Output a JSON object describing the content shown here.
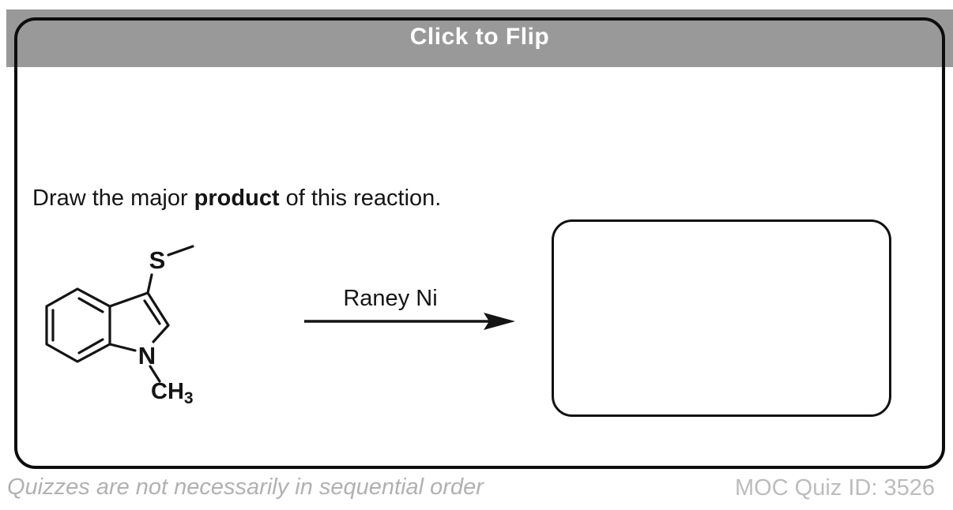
{
  "header": {
    "label": "Click to Flip"
  },
  "colors": {
    "band_bg": "#999999",
    "band_text": "#ffffff",
    "ink": "#141414",
    "footer_note_gray": "#b1b1b1",
    "footer_id_gray": "#bcbcbc"
  },
  "question": {
    "prefix": "Draw the major ",
    "bold": "product",
    "suffix": " of this reaction."
  },
  "reaction": {
    "reagent": "Raney Ni"
  },
  "molecule": {
    "s_label": "S",
    "n_label": "N",
    "methyl_c": "CH",
    "methyl_subscript": "3"
  },
  "footer": {
    "note": "Quizzes are not necessarily in sequential order",
    "quiz_id": "MOC Quiz ID: 3526"
  }
}
